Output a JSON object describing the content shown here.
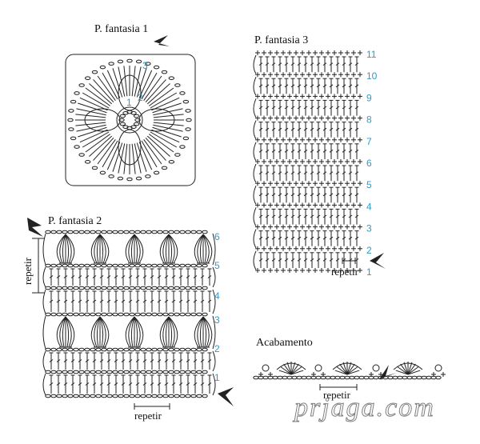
{
  "panels": {
    "fantasia1": {
      "title": "P. fantasia 1",
      "rounds": [
        "1",
        "2",
        "3"
      ]
    },
    "fantasia2": {
      "title": "P. fantasia 2",
      "rows": [
        "1",
        "2",
        "3",
        "4",
        "5",
        "6"
      ],
      "repeat_bottom": "repetir",
      "repeat_side": "repetir"
    },
    "fantasia3": {
      "title": "P. fantasia 3",
      "rows": [
        "1",
        "2",
        "3",
        "4",
        "5",
        "6",
        "7",
        "8",
        "9",
        "10",
        "11"
      ],
      "repeat": "repetir"
    },
    "acabamento": {
      "title": "Acabamento",
      "repeat": "repetir"
    }
  },
  "watermark": "prjaga.com",
  "colors": {
    "ink": "#222222",
    "row_numbers": "#2a9dc9"
  }
}
